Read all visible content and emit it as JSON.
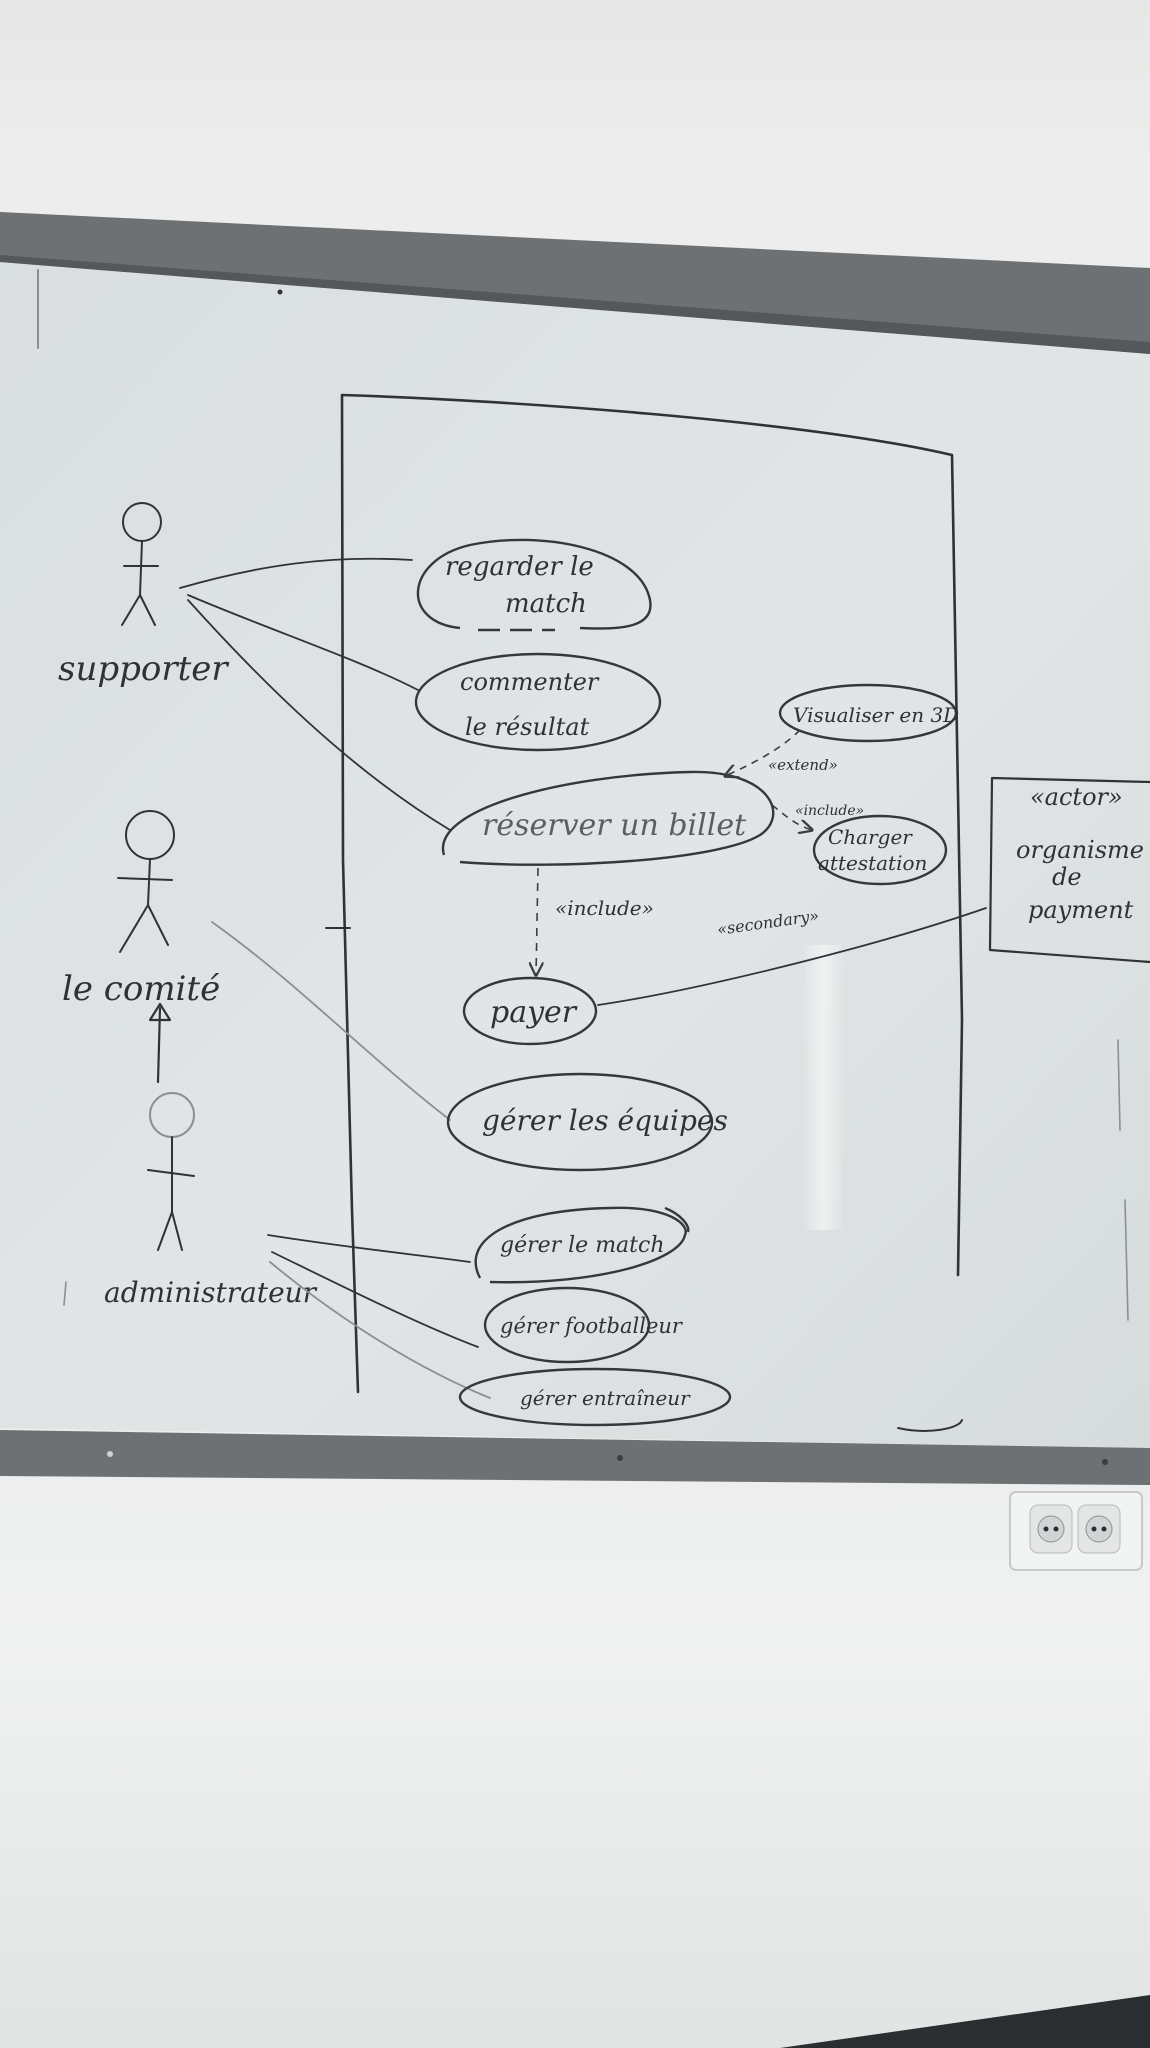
{
  "actors": {
    "supporter": "supporter",
    "comite": "le comité",
    "administrateur": "administrateur",
    "organisme": {
      "stereotype": "«actor»",
      "line1": "organisme",
      "line2": "de",
      "line3": "payment"
    }
  },
  "use_cases": {
    "regarder_line1": "regarder le",
    "regarder_line2": "match",
    "commenter_line1": "commenter",
    "commenter_line2": "le résultat",
    "reserver": "réserver un billet",
    "visualiser": "Visualiser en 3D",
    "charger_line1": "Charger",
    "charger_line2": "attestation",
    "payer": "payer",
    "gerer_equipes": "gérer les équipes",
    "gerer_match": "gérer le match",
    "gerer_footballeur": "gérer footballeur",
    "gerer_entraineur": "gérer entraîneur"
  },
  "relations": {
    "extend": "«extend»",
    "include_charger": "«include»",
    "include_payer": "«include»",
    "secondary": "«secondary»"
  },
  "colors": {
    "wall": "#e8e9e8",
    "board": "#dfe3e3",
    "frame": "#6e7173",
    "ink": "#2f3338"
  }
}
